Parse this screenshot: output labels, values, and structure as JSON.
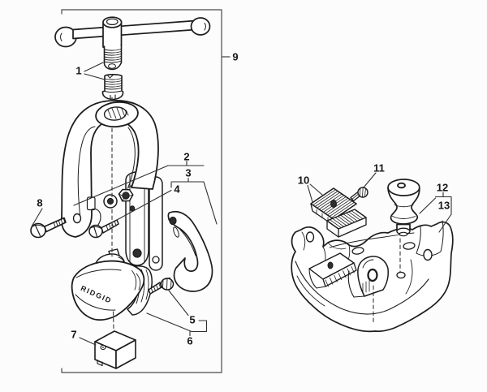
{
  "page": {
    "background": "#fcfcfc",
    "line_color": "#1c1c1c",
    "label_color": "#161616"
  },
  "diagram": {
    "brand": "RIDGID",
    "callouts": {
      "c1": "1",
      "c2": "2",
      "c3": "3",
      "c4": "4",
      "c5": "5",
      "c6": "6",
      "c7": "7",
      "c8": "8",
      "c9": "9",
      "c10": "10",
      "c11": "11",
      "c12": "12",
      "c13": "13"
    }
  }
}
